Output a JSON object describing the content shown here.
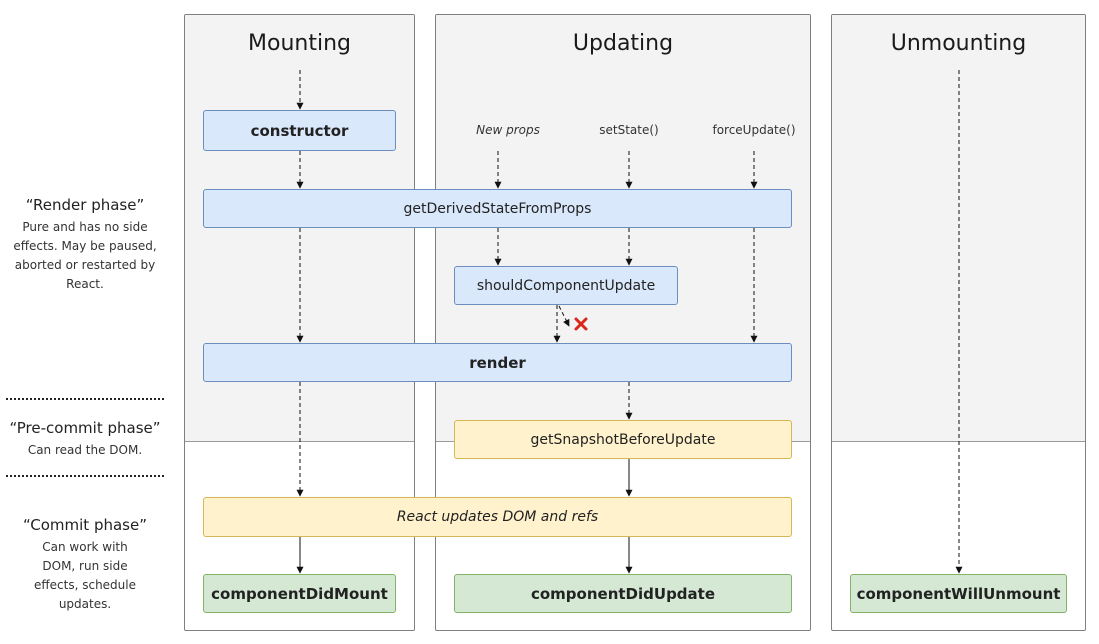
{
  "columns": {
    "mounting": "Mounting",
    "updating": "Updating",
    "unmounting": "Unmounting"
  },
  "phases": {
    "render": {
      "title": "“Render phase”",
      "desc": "Pure and has no side effects. May be paused, aborted or restarted by React."
    },
    "precommit": {
      "title": "“Pre-commit phase”",
      "desc": "Can read the DOM."
    },
    "commit": {
      "title": "“Commit phase”",
      "desc": "Can work with DOM, run side effects, schedule updates."
    }
  },
  "triggers": {
    "new_props": "New props",
    "set_state": "setState()",
    "force_update": "forceUpdate()"
  },
  "methods": {
    "constructor": "constructor",
    "get_derived_state": "getDerivedStateFromProps",
    "should_update": "shouldComponentUpdate",
    "render": "render",
    "get_snapshot": "getSnapshotBeforeUpdate",
    "dom_update": "React updates DOM and refs",
    "did_mount": "componentDidMount",
    "did_update": "componentDidUpdate",
    "will_unmount": "componentWillUnmount"
  },
  "colors": {
    "render_box": "#dae8fc",
    "precommit_box": "#fff2cc",
    "commit_box": "#d5e8d4",
    "cancel_mark": "#d9281a"
  },
  "icons": {
    "cancel": "red-x-icon"
  }
}
